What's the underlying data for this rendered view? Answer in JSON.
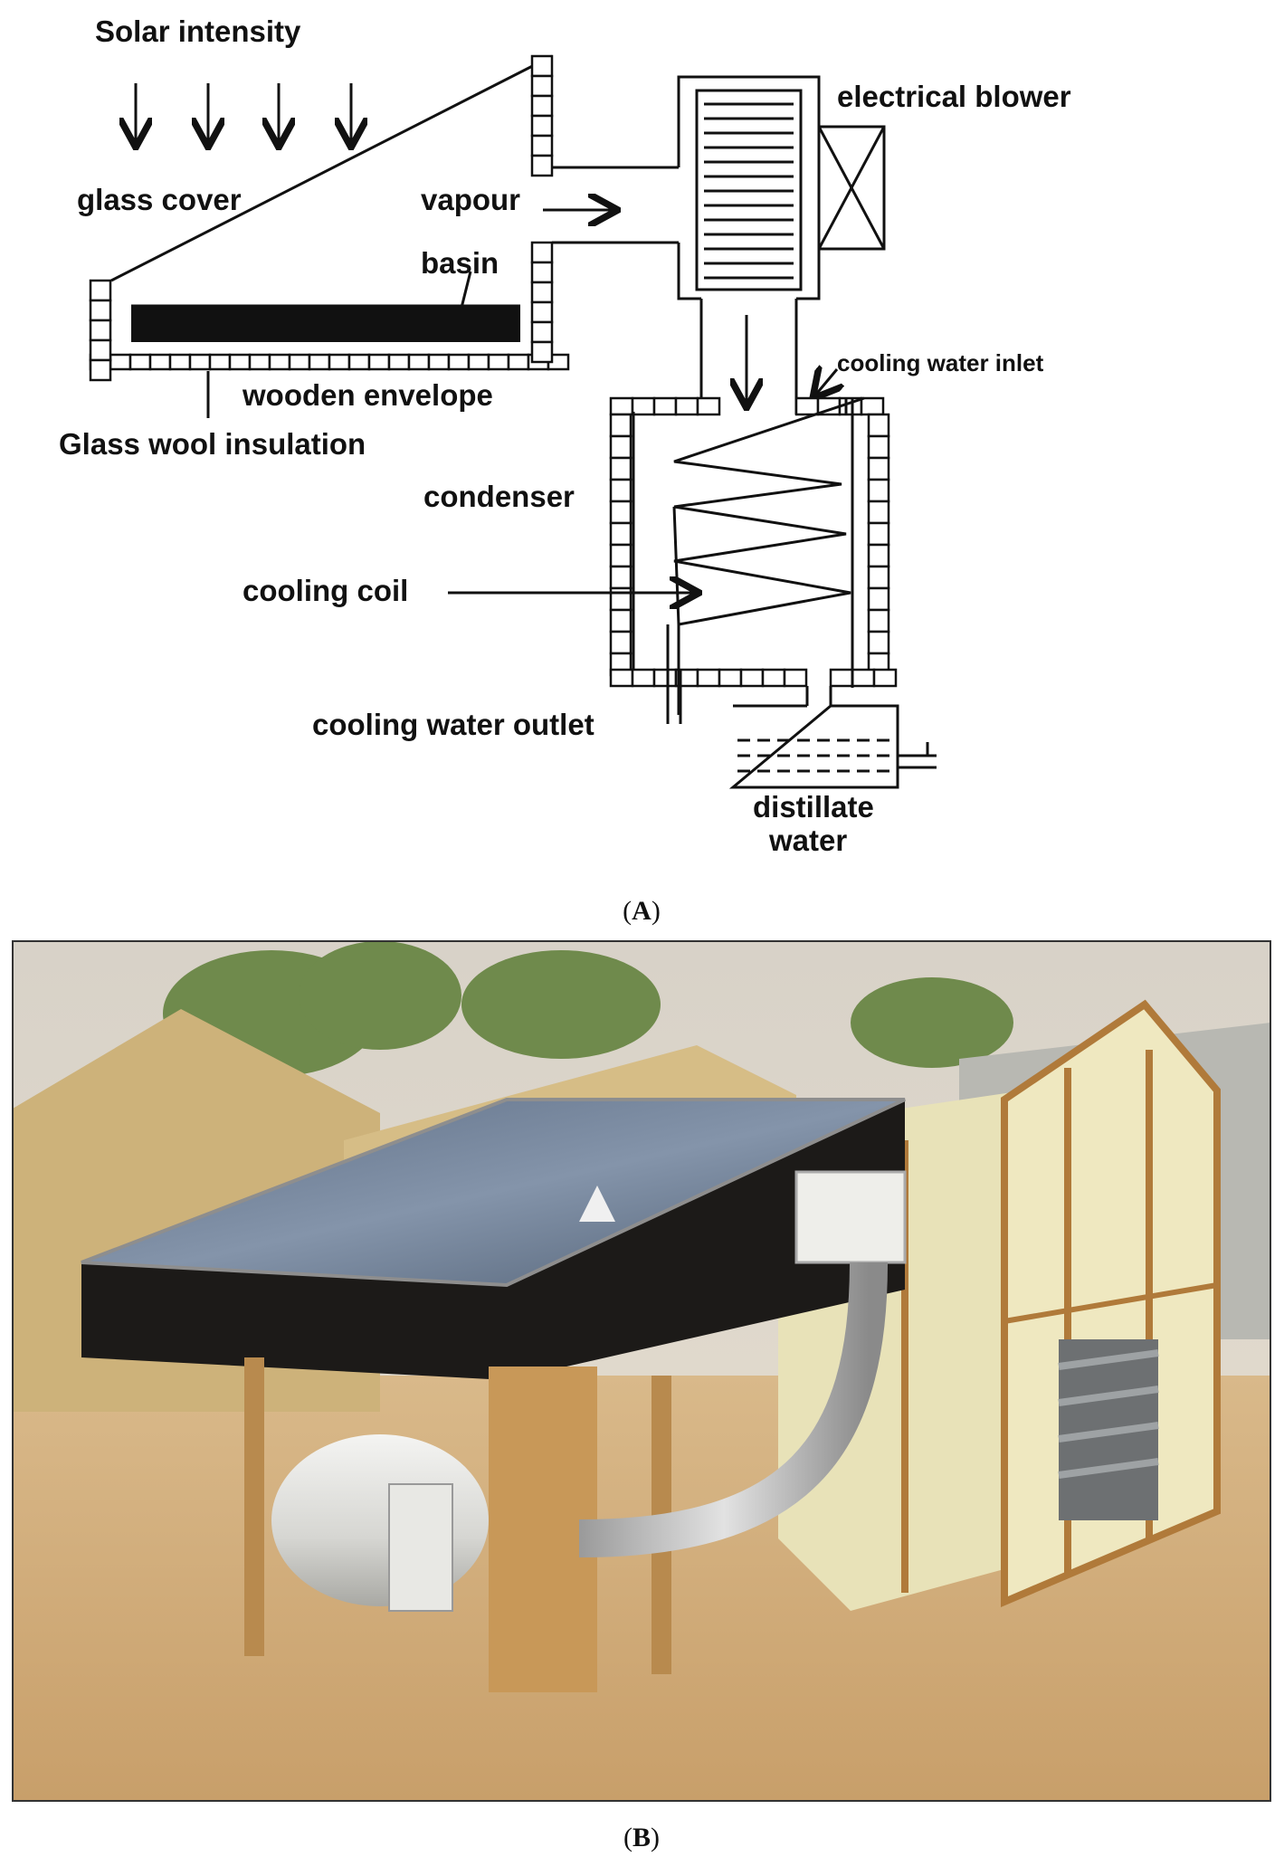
{
  "panel_a": {
    "labels": {
      "solar_intensity": "Solar intensity",
      "glass_cover": "glass cover",
      "vapour": "vapour",
      "basin": "basin",
      "electrical_blower": "electrical blower",
      "wooden_envelope": "wooden envelope",
      "glass_wool_insulation": "Glass wool insulation",
      "cooling_water_inlet": "cooling water inlet",
      "condenser": "condenser",
      "cooling_coil": "cooling coil",
      "cooling_water_outlet": "cooling water outlet",
      "distillate_line1": "distillate",
      "distillate_line2": "water"
    },
    "caption": {
      "open": "(",
      "letter": "A",
      "close": ")"
    }
  },
  "panel_b": {
    "caption": {
      "open": "(",
      "letter": "B",
      "close": ")"
    }
  }
}
